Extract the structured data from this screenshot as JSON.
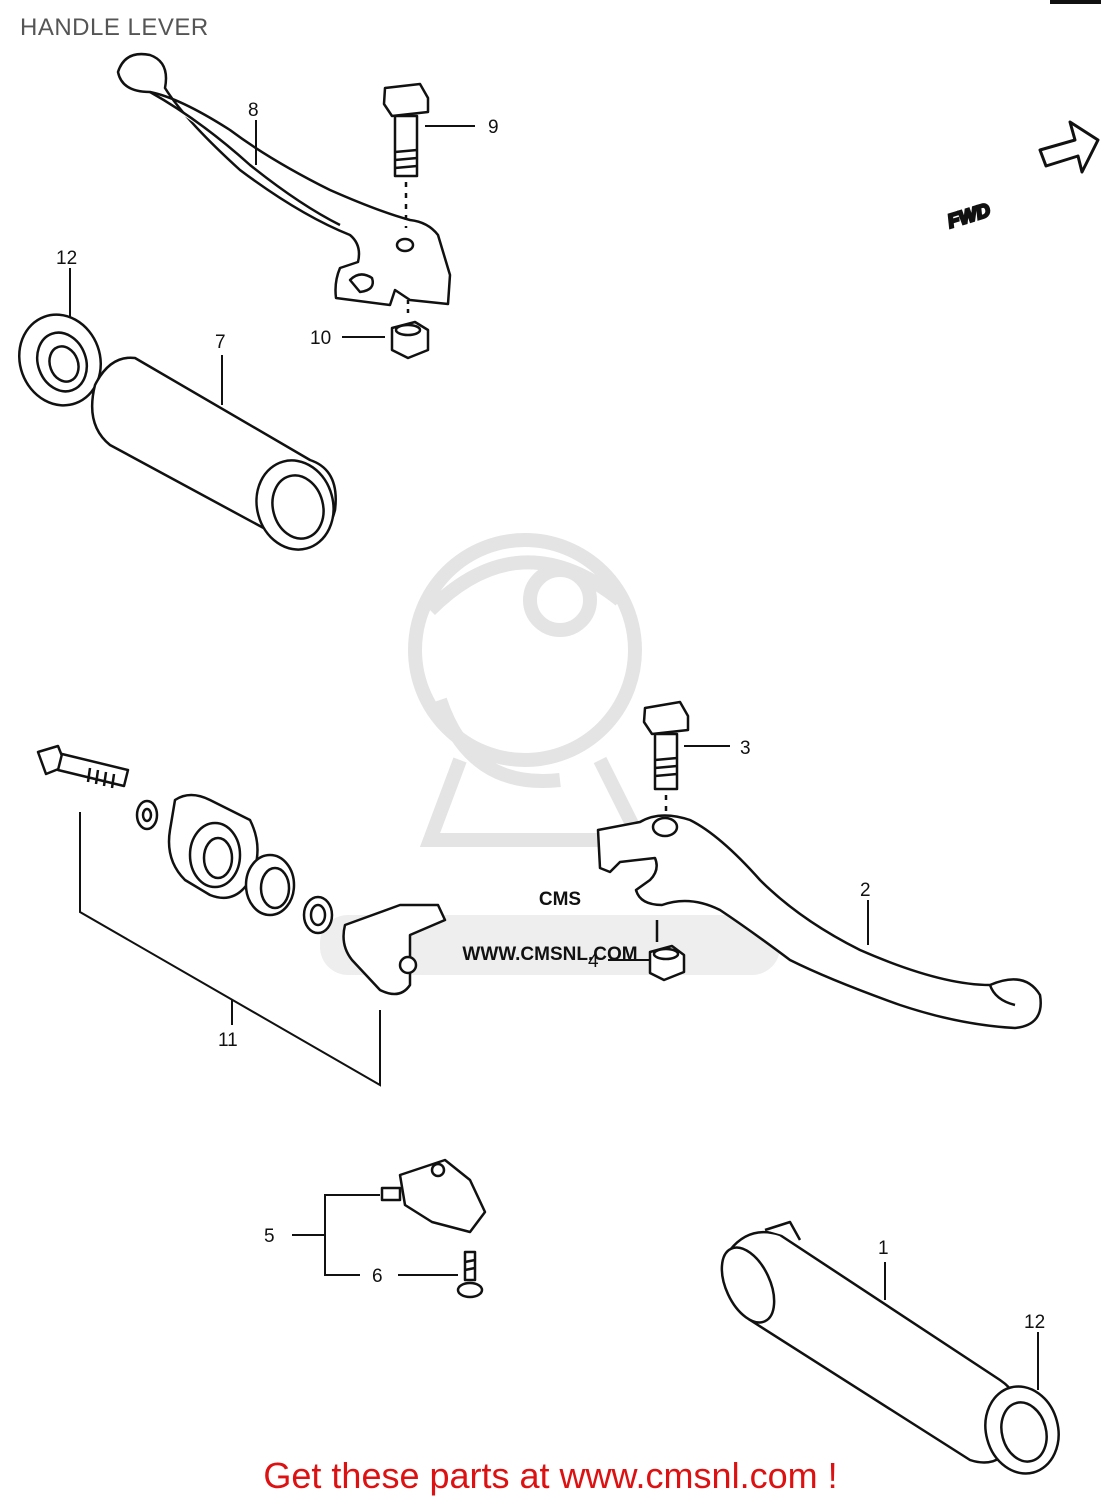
{
  "header": {
    "title": "HANDLE LEVER"
  },
  "orientation": {
    "label": "FWD",
    "arrow_icon": "forward-arrow-icon"
  },
  "watermark": {
    "logo_icon": "cms-mascot-logo",
    "text": "CMS",
    "url": "WWW.CMSNL.COM"
  },
  "callouts": {
    "p1": "1",
    "p2": "2",
    "p3": "3",
    "p4": "4",
    "p5": "5",
    "p6": "6",
    "p7": "7",
    "p8": "8",
    "p9": "9",
    "p10": "10",
    "p11": "11",
    "p12_top": "12",
    "p12_bottom": "12"
  },
  "footer": {
    "text": "Get these parts at www.cmsnl.com !"
  },
  "colors": {
    "footer_text": "#dd1111",
    "line_art": "#111111",
    "watermark": "#e6e6e6"
  }
}
